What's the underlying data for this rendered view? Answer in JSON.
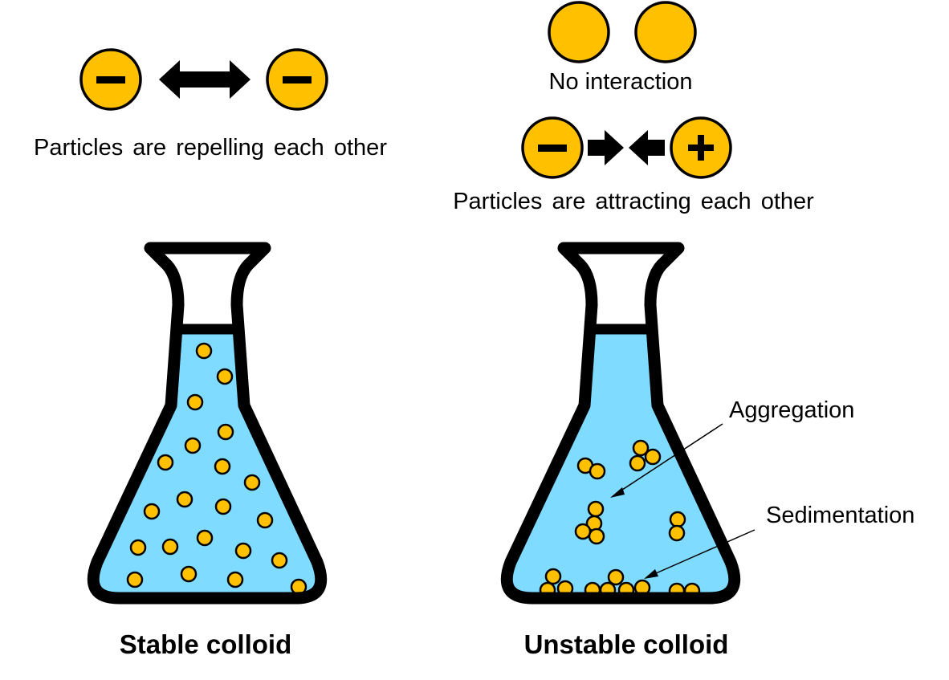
{
  "labels": {
    "repel": "Particles are repelling each other",
    "no_interaction": "No interaction",
    "attract": "Particles are attracting each other",
    "aggregation": "Aggregation",
    "sedimentation": "Sedimentation",
    "stable": "Stable colloid",
    "unstable": "Unstable colloid"
  },
  "charges": {
    "negative": "−",
    "positive": "+"
  },
  "colors": {
    "particle": "#FFC000",
    "liquid": "#7FDBFF",
    "outline": "#000000"
  }
}
